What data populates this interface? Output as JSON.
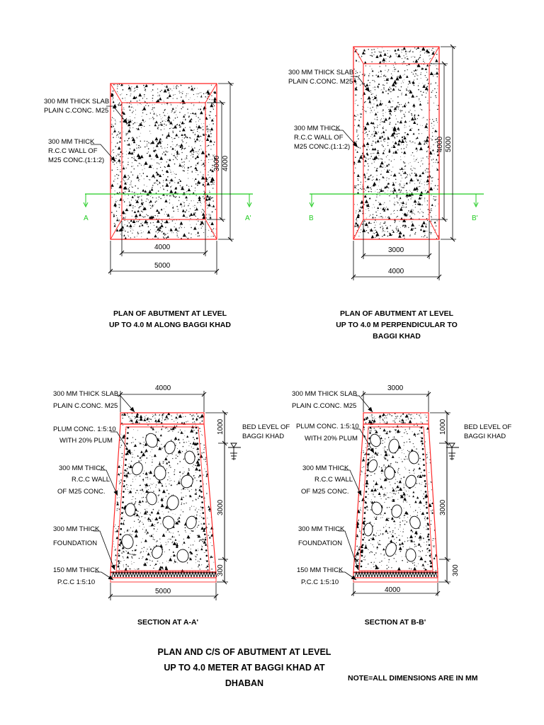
{
  "colors": {
    "outline": "#ff2a2a",
    "section_line": "#22cc22",
    "ink": "#000000"
  },
  "plan_a": {
    "slab_label": [
      "300 MM THICK SLAB",
      "PLAIN C.CONC. M25"
    ],
    "wall_label": [
      "300 MM THICK",
      "R.C.C WALL OF",
      "M25 CONC.(1:1:2)"
    ],
    "section_left": "A",
    "section_right": "A'",
    "dim_inner_w": "4000",
    "dim_outer_w": "5000",
    "dim_inner_h": "3000",
    "dim_outer_h": "4000",
    "caption": [
      "PLAN OF ABUTMENT AT LEVEL",
      "UP TO 4.0 M ALONG BAGGI KHAD"
    ]
  },
  "plan_b": {
    "slab_label": [
      "300 MM THICK SLAB",
      "PLAIN C.CONC. M25"
    ],
    "wall_label": [
      "300 MM THICK",
      "R.C.C WALL OF",
      "M25 CONC.(1:1:2)"
    ],
    "section_left": "B",
    "section_right": "B'",
    "dim_inner_w": "3000",
    "dim_outer_w": "4000",
    "dim_inner_h": "4000",
    "dim_outer_h": "5000",
    "caption": [
      "PLAN OF ABUTMENT AT LEVEL",
      "UP TO 4.0 M PERPENDICULAR TO",
      "BAGGI KHAD"
    ]
  },
  "sec_a": {
    "top_dim": "4000",
    "bottom_dim": "5000",
    "slab_label": [
      "300 MM THICK SLAB",
      "PLAIN C.CONC. M25"
    ],
    "plum_label": [
      "PLUM CONC. 1:5:10",
      "WITH 20% PLUM"
    ],
    "wall_label": [
      "300 MM THICK",
      "R.C.C WALL",
      "OF M25 CONC."
    ],
    "foundation_label": [
      "300 MM THICK",
      "FOUNDATION"
    ],
    "pcc_label": [
      "150 MM THICK",
      "P.C.C 1:5:10"
    ],
    "bed_label": [
      "BED LEVEL OF",
      "BAGGI KHAD"
    ],
    "v_dims": [
      "1000",
      "3000",
      "300"
    ],
    "caption": "SECTION AT A-A'"
  },
  "sec_b": {
    "top_dim": "3000",
    "bottom_dim": "4000",
    "slab_label": [
      "300 MM THICK SLAB",
      "PLAIN C.CONC. M25"
    ],
    "plum_label": [
      "PLUM CONC. 1:5:10",
      "WITH 20% PLUM"
    ],
    "wall_label": [
      "300 MM THICK",
      "R.C.C WALL",
      "OF M25 CONC."
    ],
    "foundation_label": [
      "300 MM THICK",
      "FOUNDATION"
    ],
    "pcc_label": [
      "150 MM THICK",
      "P.C.C 1:5:10"
    ],
    "bed_label": [
      "BED LEVEL OF",
      "BAGGI KHAD"
    ],
    "v_dims": [
      "1000",
      "3000",
      "300"
    ],
    "caption": "SECTION AT B-B'"
  },
  "footer": {
    "title": [
      "PLAN AND C/S OF ABUTMENT AT LEVEL",
      "UP TO 4.0 METER AT BAGGI KHAD AT",
      "DHABAN"
    ],
    "note": "NOTE=ALL DIMENSIONS ARE IN MM"
  }
}
